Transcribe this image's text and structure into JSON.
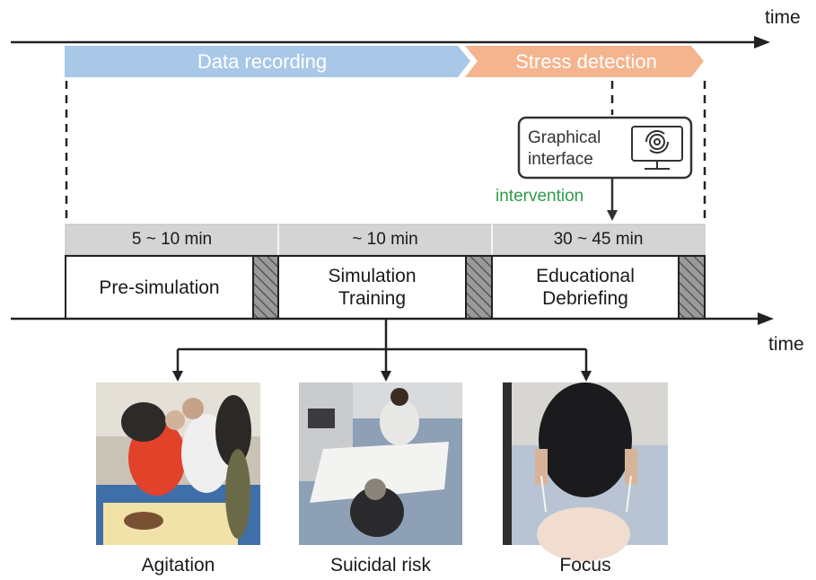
{
  "axis": {
    "top_label": "time",
    "bottom_label": "time"
  },
  "banners": {
    "data_recording": {
      "label": "Data recording",
      "color": "#a9c8e8"
    },
    "stress_detection": {
      "label": "Stress detection",
      "color": "#f3b48e"
    }
  },
  "graphical_interface": {
    "line1": "Graphical",
    "line2": "interface",
    "icon": "monitor-gear-icon"
  },
  "intervention": {
    "label": "intervention",
    "color": "#2e9a4a"
  },
  "phases": [
    {
      "duration": "5 ~ 10 min",
      "line1": "Pre-simulation",
      "line2": ""
    },
    {
      "duration": "~ 10 min",
      "line1": "Simulation",
      "line2": "Training"
    },
    {
      "duration": "30 ~ 45 min",
      "line1": "Educational",
      "line2": "Debriefing"
    }
  ],
  "scenarios": [
    {
      "label": "Agitation"
    },
    {
      "label": "Suicidal risk"
    },
    {
      "label": "Focus"
    }
  ],
  "colors": {
    "duration_bar": "#d4d4d4",
    "hatch": "#8a8a8a"
  }
}
